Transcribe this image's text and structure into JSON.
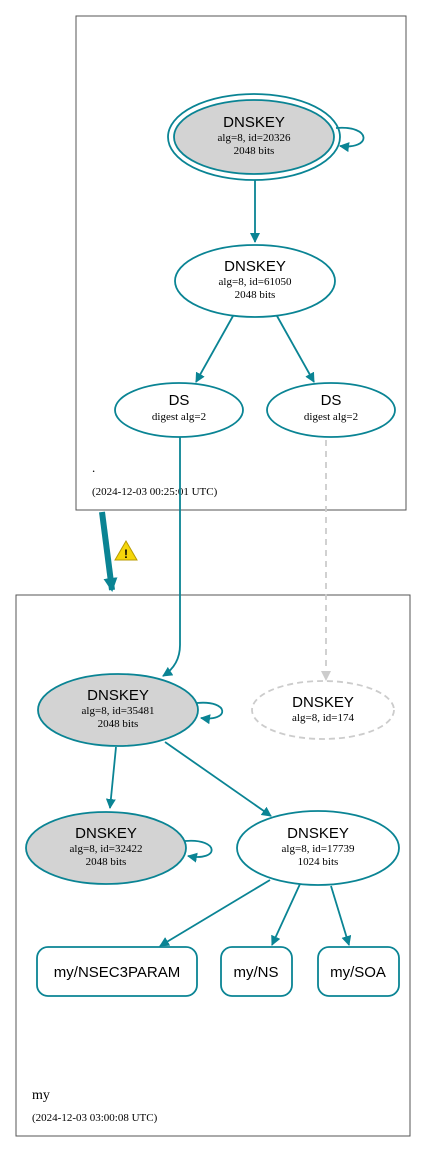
{
  "colors": {
    "edge": "#0a8494",
    "node_fill_key": "#d3d3d3",
    "node_fill_plain": "#ffffff",
    "missing": "#cccccc",
    "cluster_border": "#555555",
    "warning": "#f5d60a"
  },
  "clusters": {
    "root": {
      "name": ".",
      "timestamp": "(2024-12-03 00:25:01 UTC)"
    },
    "my": {
      "name": "my",
      "timestamp": "(2024-12-03 03:00:08 UTC)"
    }
  },
  "nodes": {
    "root_ksk": {
      "title": "DNSKEY",
      "line1": "alg=8, id=20326",
      "line2": "2048 bits"
    },
    "root_zsk": {
      "title": "DNSKEY",
      "line1": "alg=8, id=61050",
      "line2": "2048 bits"
    },
    "ds_1": {
      "title": "DS",
      "line1": "digest alg=2"
    },
    "ds_2": {
      "title": "DS",
      "line1": "digest alg=2"
    },
    "my_ksk": {
      "title": "DNSKEY",
      "line1": "alg=8, id=35481",
      "line2": "2048 bits"
    },
    "my_missing": {
      "title": "DNSKEY",
      "line1": "alg=8, id=174"
    },
    "my_ksk2": {
      "title": "DNSKEY",
      "line1": "alg=8, id=32422",
      "line2": "2048 bits"
    },
    "my_zsk": {
      "title": "DNSKEY",
      "line1": "alg=8, id=17739",
      "line2": "1024 bits"
    },
    "rr_nsec3param": {
      "label": "my/NSEC3PARAM"
    },
    "rr_ns": {
      "label": "my/NS"
    },
    "rr_soa": {
      "label": "my/SOA"
    }
  },
  "warning_icon": "warning-triangle-icon"
}
